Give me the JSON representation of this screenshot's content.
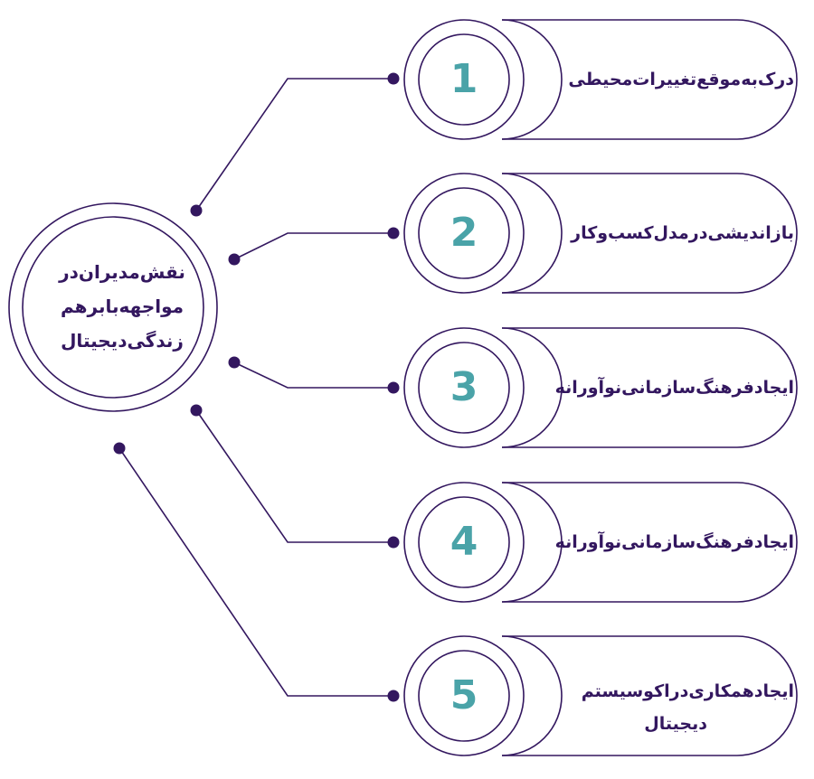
{
  "center": {
    "lines": [
      "نقش‌مدیران‌در",
      "مواجهه‌با‌برهم",
      "زندگی‌دیجیتال"
    ]
  },
  "items": [
    {
      "number": "1",
      "lines": [
        "درک‌به‌موقع‌تغییرات‌محیطی"
      ]
    },
    {
      "number": "2",
      "lines": [
        "بازاندیشی‌در‌مدل‌کسب‌وکار"
      ]
    },
    {
      "number": "3",
      "lines": [
        "ایجاد‌فرهنگ‌سازمانی‌نوآورانه"
      ]
    },
    {
      "number": "4",
      "lines": [
        "ایجاد‌فرهنگ‌سازمانی‌نوآورانه"
      ]
    },
    {
      "number": "5",
      "lines": [
        "ایجاد‌همکاری‌در‌اکوسیستم",
        "دیجیتال"
      ]
    }
  ],
  "colors": {
    "line": "#33175f",
    "number": "#4aa3a8",
    "text": "#33175f"
  }
}
